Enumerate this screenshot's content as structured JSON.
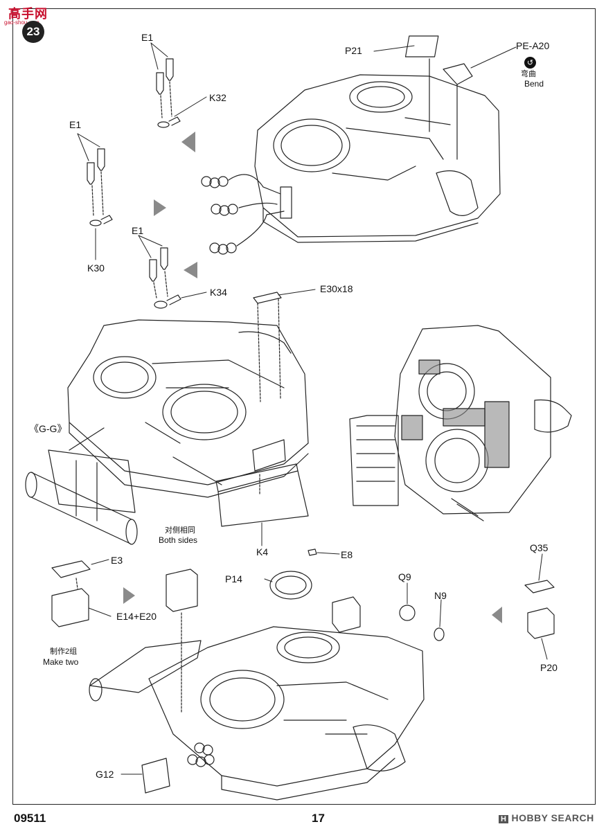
{
  "header": {
    "watermark_logo": "高手网",
    "watermark_url": "gao-shou.com",
    "step_number": "23"
  },
  "callouts": {
    "p21": "P21",
    "pe_a20": "PE-A20",
    "bend_cn": "弯曲",
    "bend_en": "Bend",
    "e1_a": "E1",
    "k32": "K32",
    "e1_b": "E1",
    "k30": "K30",
    "e1_c": "E1",
    "k34": "K34",
    "e30x18": "E30x18",
    "gg": "《G-G》",
    "k4": "K4",
    "both_sides_cn": "对侧相同",
    "both_sides_en": "Both sides",
    "e3": "E3",
    "e14_e20": "E14+E20",
    "make_two_cn": "制作2组",
    "make_two_en": "Make two",
    "e8": "E8",
    "p14": "P14",
    "q9": "Q9",
    "n9": "N9",
    "q35": "Q35",
    "p20": "P20",
    "g12": "G12"
  },
  "footer": {
    "code": "09511",
    "page": "17",
    "brand_box": "H",
    "brand": "HOBBY SEARCH"
  },
  "colors": {
    "line": "#222222",
    "shade": "#8a8a8a",
    "watermark": "#c8102e"
  }
}
